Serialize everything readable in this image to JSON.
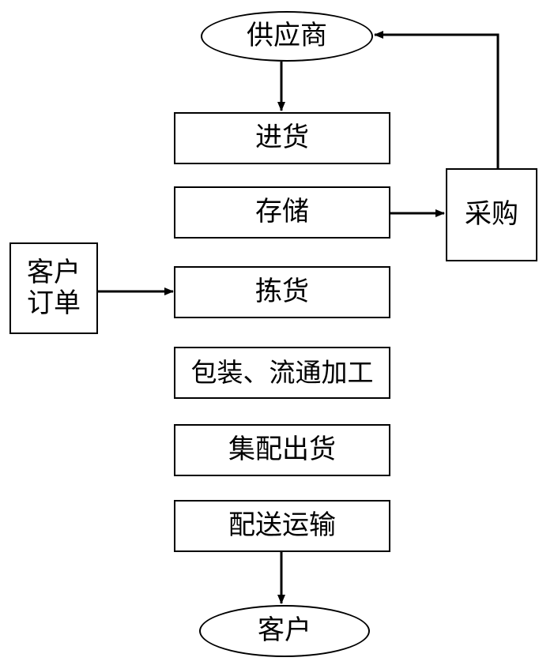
{
  "nodes": {
    "supplier": "供应商",
    "receiving": "进货",
    "storage": "存储",
    "picking": "拣货",
    "packing": "包装、流通加工",
    "consolidation": "集配出货",
    "delivery": "配送运输",
    "customer": "客户",
    "purchasing": "采购",
    "customer_order_line1": "客户",
    "customer_order_line2": "订单"
  }
}
